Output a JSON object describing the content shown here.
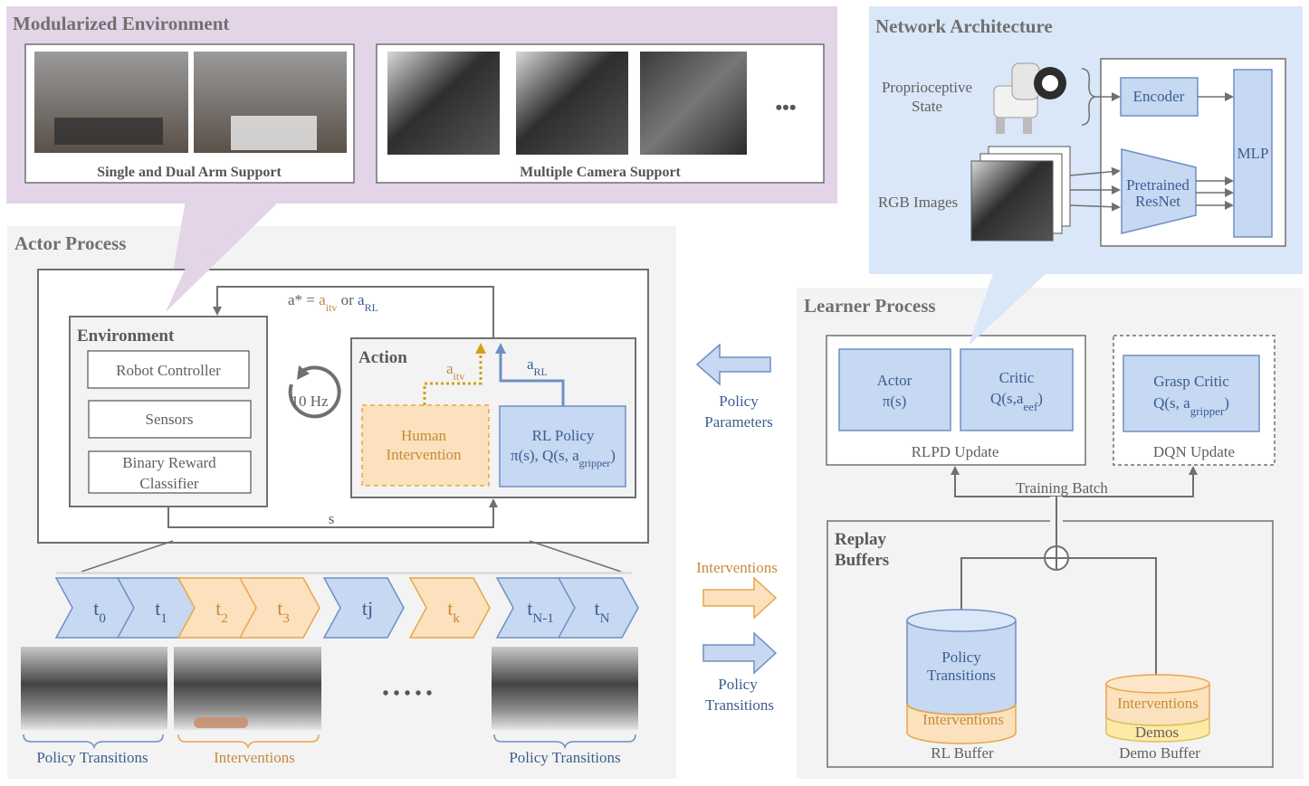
{
  "colors": {
    "env_panel": "#e3d4e8",
    "gray_panel": "#f3f3f3",
    "net_panel": "#dae7f8",
    "blue_fill": "#c6d8f2",
    "blue_stroke": "#6f8fc4",
    "orange_fill": "#fbe1bd",
    "orange_stroke": "#e9a649",
    "yellow_fill": "#fdeaa6",
    "gold_arrow": "#d59f1b",
    "gray_stroke": "#707070"
  },
  "modularized": {
    "title": "Modularized Environment",
    "single_dual": "Single and Dual Arm Support",
    "multi_camera": "Multiple Camera Support",
    "ellipsis": "•••"
  },
  "network": {
    "title": "Network Architecture",
    "proprio_line1": "Proprioceptive",
    "proprio_line2": "State",
    "rgb": "RGB Images",
    "encoder": "Encoder",
    "resnet_line1": "Pretrained",
    "resnet_line2": "ResNet",
    "mlp": "MLP"
  },
  "actor": {
    "title": "Actor Process",
    "environment": "Environment",
    "robot_controller": "Robot Controller",
    "sensors": "Sensors",
    "reward_line1": "Binary Reward",
    "reward_line2": "Classifier",
    "freq": "10 Hz",
    "action": "Action",
    "human_line1": "Human",
    "human_line2": "Intervention",
    "rl_policy_line1": "RL Policy",
    "rl_policy_line2_a": "π(s), Q(s, a",
    "rl_policy_line2_sub": "gripper",
    "rl_policy_line2_b": ")",
    "astar_a": "a* = ",
    "astar_itv": "a",
    "astar_itv_sub": "itv",
    "astar_or": " or ",
    "astar_rl": "a",
    "astar_rl_sub": "RL",
    "a_itv": "a",
    "a_itv_sub": "itv",
    "a_rl": "a",
    "a_rl_sub": "RL",
    "state": "s"
  },
  "timeline": {
    "steps": [
      {
        "base": "t",
        "sub": "0",
        "kind": "policy"
      },
      {
        "base": "t",
        "sub": "1",
        "kind": "policy"
      },
      {
        "base": "t",
        "sub": "2",
        "kind": "intervention"
      },
      {
        "base": "t",
        "sub": "3",
        "kind": "intervention"
      },
      {
        "base": "tj",
        "sub": "",
        "kind": "policy"
      },
      {
        "base": "t",
        "sub": "k",
        "kind": "intervention"
      },
      {
        "base": "t",
        "sub": "N-1",
        "kind": "policy"
      },
      {
        "base": "t",
        "sub": "N",
        "kind": "policy"
      }
    ],
    "policy_transitions_left": "Policy Transitions",
    "interventions": "Interventions",
    "policy_transitions_right": "Policy Transitions",
    "dots": "• • • • •"
  },
  "middle": {
    "policy_params_line1": "Policy",
    "policy_params_line2": "Parameters",
    "interventions": "Interventions",
    "policy_trans_line1": "Policy",
    "policy_trans_line2": "Transitions"
  },
  "learner": {
    "title": "Learner Process",
    "actor_line1": "Actor",
    "actor_line2": "π(s)",
    "critic_line1": "Critic",
    "critic_line2_a": "Q(s,a",
    "critic_line2_sub": "eef",
    "critic_line2_b": ")",
    "rlpd": "RLPD Update",
    "grasp_line1": "Grasp Critic",
    "grasp_line2_a": "Q(s, a",
    "grasp_line2_sub": "gripper",
    "grasp_line2_b": ")",
    "dqn": "DQN Update",
    "training_batch": "Training Batch",
    "replay_line1": "Replay",
    "replay_line2": "Buffers",
    "rl_buf_policy_line1": "Policy",
    "rl_buf_policy_line2": "Transitions",
    "rl_buf_interventions": "Interventions",
    "rl_buffer": "RL Buffer",
    "demo_interventions": "Interventions",
    "demo_demos": "Demos",
    "demo_buffer": "Demo Buffer"
  }
}
